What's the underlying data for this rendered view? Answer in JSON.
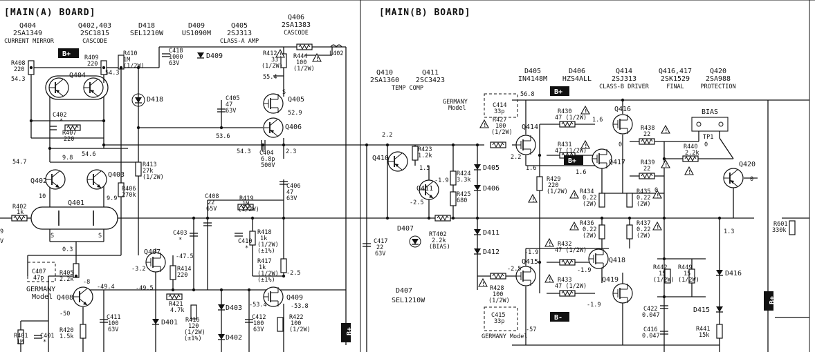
{
  "boards": {
    "a": "[MAIN(A) BOARD]",
    "b": "[MAIN(B) BOARD]"
  },
  "header_a": [
    {
      "ref": "Q404",
      "part": "2SA1349",
      "role": "CURRENT MIRROR"
    },
    {
      "ref": "Q402,403",
      "part": "2SC1815",
      "role": "CASCODE"
    },
    {
      "ref": "D418",
      "part": "SEL1210W",
      "role": ""
    },
    {
      "ref": "D409",
      "part": "US1090M",
      "role": ""
    },
    {
      "ref": "Q405",
      "part": "2SJ313",
      "role": "CLASS-A AMP"
    },
    {
      "ref": "Q406",
      "part": "2SA1383",
      "role": "CASCODE"
    }
  ],
  "header_b": [
    {
      "ref": "Q410",
      "part": "2SA1360",
      "role": ""
    },
    {
      "ref": "Q411",
      "part": "2SC3423",
      "role": "TEMP COMP"
    },
    {
      "ref": "D405",
      "part": "IN4148M",
      "role": ""
    },
    {
      "ref": "D406",
      "part": "HZS4ALL",
      "role": ""
    },
    {
      "ref": "Q414",
      "part": "2SJ313",
      "role": "CLASS-B DRIVER"
    },
    {
      "ref": "Q416,417",
      "part": "2SK1529",
      "role": "FINAL"
    },
    {
      "ref": "Q420",
      "part": "2SA988",
      "role": "PROTECTION"
    }
  ],
  "rails": {
    "bplus": "B+",
    "bminus": "B-"
  },
  "germany": {
    "model": "GERMANY Model",
    "model_short": "GERMANY",
    "model_word": "Model"
  },
  "labels": {
    "q404": "Q404",
    "q402": "Q402",
    "q403": "Q403",
    "q401": "Q401",
    "q405": "Q405",
    "q406": "Q406",
    "q407": "Q407",
    "q408": "Q408",
    "q409": "Q409",
    "q410": "Q410",
    "q411": "Q411",
    "q414": "Q414",
    "q415": "Q415",
    "q416": "Q416",
    "q417": "Q417",
    "q418": "Q418",
    "q419": "Q419",
    "q420": "Q420",
    "d418": "D418",
    "d409": "D409",
    "d401": "D401",
    "d402": "D402",
    "d403": "D403",
    "d405": "D405",
    "d406": "D406",
    "d407": "D407",
    "d407_part": "SEL1210W",
    "d411": "D411",
    "d412": "D412",
    "d415": "D415",
    "d416": "D416",
    "l402": "L402",
    "bias": "BIAS",
    "tp1": "TP1",
    "s": "S"
  },
  "resistors": {
    "r408": [
      "R408",
      "220"
    ],
    "r409": [
      "R409",
      "220"
    ],
    "r410": [
      "R410",
      "1M",
      "(1/2W)"
    ],
    "r407": [
      "R407",
      "220"
    ],
    "r413": [
      "R413",
      "27k",
      "(1/2W)"
    ],
    "r406": [
      "R406",
      "270k"
    ],
    "r402": [
      "R402",
      "1k"
    ],
    "r405": [
      "R405",
      "2.2k"
    ],
    "r401": [
      "R401",
      "1M"
    ],
    "r420": [
      "R420",
      "1.5k"
    ],
    "r412": [
      "R412",
      "33",
      "(1/2W)"
    ],
    "r444": [
      "R444",
      "100",
      "(1/2W)"
    ],
    "r419": [
      "R419",
      "1M",
      "(1/2W)"
    ],
    "r418": [
      "R418",
      "1k",
      "(1/2W)",
      "(±1%)"
    ],
    "r417": [
      "R417",
      "1k",
      "(1/2W)",
      "(±1%)"
    ],
    "r414": [
      "R414",
      "220"
    ],
    "r421": [
      "R421",
      "4.7k"
    ],
    "r416": [
      "R416",
      "120",
      "(1/2W)",
      "(±1%)"
    ],
    "r422": [
      "R422",
      "100",
      "(1/2W)"
    ],
    "r423": [
      "R423",
      "1.2k"
    ],
    "r424": [
      "R424",
      "3.3k"
    ],
    "r425": [
      "R425",
      "680"
    ],
    "rt402": [
      "RT402",
      "2.2k",
      "(BIAS)"
    ],
    "r427": [
      "R427",
      "100",
      "(1/2W)"
    ],
    "r428": [
      "R428",
      "100",
      "(1/2W)"
    ],
    "r430": [
      "R430",
      "47 (1/2W)"
    ],
    "r431": [
      "R431",
      "47 (1/2W)"
    ],
    "r432": [
      "R432",
      "47 (1/2W)"
    ],
    "r433": [
      "R433",
      "47 (1/2W)"
    ],
    "r429": [
      "R429",
      "220",
      "(1/2W)"
    ],
    "r438": [
      "R438",
      "22"
    ],
    "r439": [
      "R439",
      "22"
    ],
    "r440": [
      "R440",
      "2.2k"
    ],
    "r434": [
      "R434",
      "0.22",
      "(2W)"
    ],
    "r435": [
      "R435",
      "0.22",
      "(2W)"
    ],
    "r436": [
      "R436",
      "0.22",
      "(2W)"
    ],
    "r437": [
      "R437",
      "0.22",
      "(2W)"
    ],
    "r442": [
      "R442",
      "15",
      "(1/2W)"
    ],
    "r449": [
      "R449",
      "15",
      "(1/2W)"
    ],
    "r441": [
      "R441",
      "15k"
    ],
    "r601": [
      "R601",
      "330k"
    ]
  },
  "capacitors": {
    "c418": [
      "C418",
      "1000",
      "63V"
    ],
    "c405": [
      "C405",
      "47",
      "63V"
    ],
    "c404": [
      "C404",
      "6.8p",
      "500V"
    ],
    "c406": [
      "C406",
      "47",
      "63V"
    ],
    "c408": [
      "C408",
      "22",
      "65V"
    ],
    "c403": [
      "C403"
    ],
    "c410": [
      "C410"
    ],
    "c402": [
      "C402"
    ],
    "c407": [
      "C407",
      "47p"
    ],
    "c401": [
      "C401"
    ],
    "c411": [
      "C411",
      "100",
      "63V"
    ],
    "c412": [
      "C412",
      "100",
      "63V"
    ],
    "c417": [
      "C417",
      "22",
      "63V"
    ],
    "c414": [
      "C414",
      "33p"
    ],
    "c415": [
      "C415",
      "33p"
    ],
    "c422": [
      "C422",
      "0.047"
    ],
    "c416": [
      "C416",
      "0.047"
    ]
  },
  "voltages": {
    "v1": "54.3",
    "v2": "54.3",
    "v3": "54.6",
    "v4": "54.7",
    "v5": "9.8",
    "v6": "10",
    "v7": "9.9",
    "v8": "0.3",
    "v9": "55.4",
    "v10": "52.9",
    "v11": "53.6",
    "v12": "54.3",
    "v13": "2.3",
    "v14": "-3.2",
    "v15": "-47.5",
    "v16": "-49.5",
    "v17": "-8",
    "v18": "-49.4",
    "v19": "-50",
    "v20": "-2.5",
    "v21": "-53.4",
    "v22": "-53.8",
    "v23": "2.2",
    "v24": "1.5",
    "v25": "-1.9",
    "v26": "-2.5",
    "v27": "56.8",
    "v28": "2.2",
    "v29": "1.6",
    "v30": "1.6",
    "v31": "1.6",
    "v32": "0",
    "v33": "0",
    "v34": "0",
    "v35": "-1.9",
    "v36": "-2.5",
    "v37": "-1.9",
    "v38": "-1.9",
    "v39": "-57",
    "v40": "1.3",
    "v41": "0"
  },
  "misc": {
    "star": "*",
    "warn": "!",
    "edge_9": "9",
    "edge_v": "V"
  }
}
